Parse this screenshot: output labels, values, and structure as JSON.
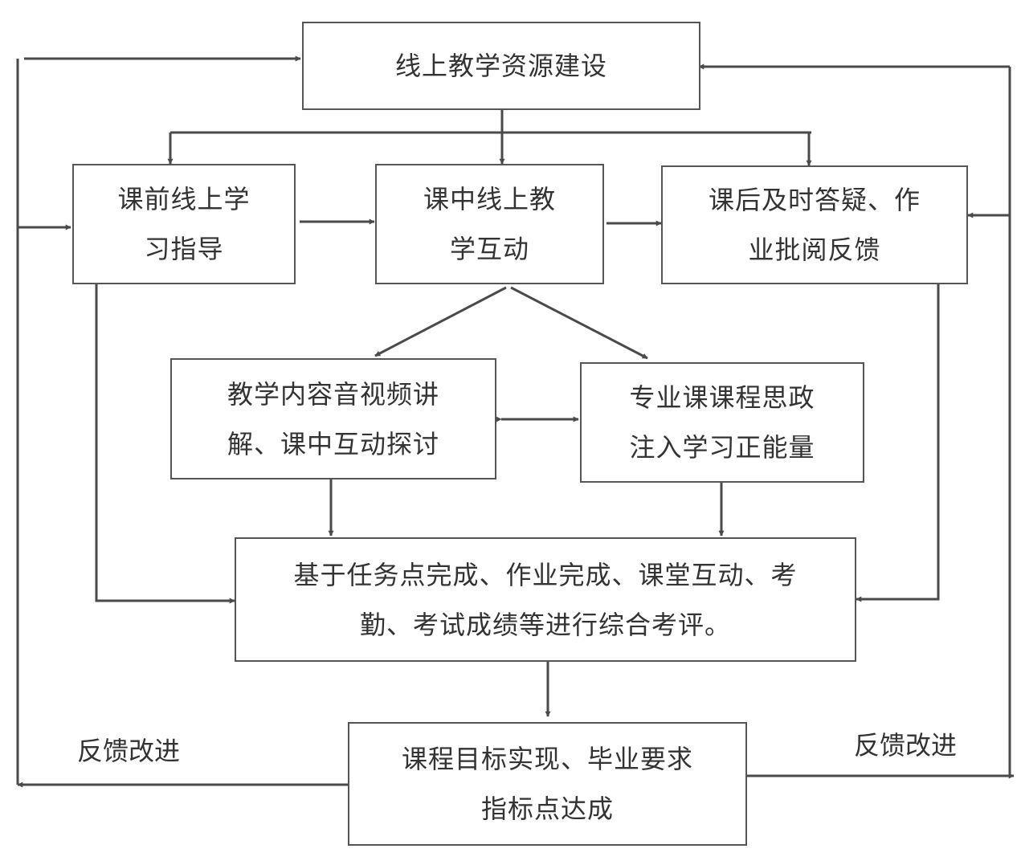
{
  "nodes": {
    "resource": {
      "lines": [
        "线上教学资源建设"
      ]
    },
    "pre": {
      "lines": [
        "课前线上学",
        "习指导"
      ]
    },
    "mid": {
      "lines": [
        "课中线上教",
        "学互动"
      ]
    },
    "post": {
      "lines": [
        "课后及时答疑、作",
        "业批阅反馈"
      ]
    },
    "av": {
      "lines": [
        "教学内容音视频讲",
        "解、课中互动探讨"
      ]
    },
    "ideology": {
      "lines": [
        "专业课课程思政",
        "注入学习正能量"
      ]
    },
    "eval": {
      "lines": [
        "基于任务点完成、作业完成、课堂互动、考",
        "勤、考试成绩等进行综合考评。"
      ]
    },
    "goal": {
      "lines": [
        "课程目标实现、毕业要求",
        "指标点达成"
      ]
    }
  },
  "labels": {
    "feedback_left": "反馈改进",
    "feedback_right": "反馈改进"
  },
  "colors": {
    "line": "#4a4a4a",
    "border": "#555555",
    "text": "#333333"
  }
}
